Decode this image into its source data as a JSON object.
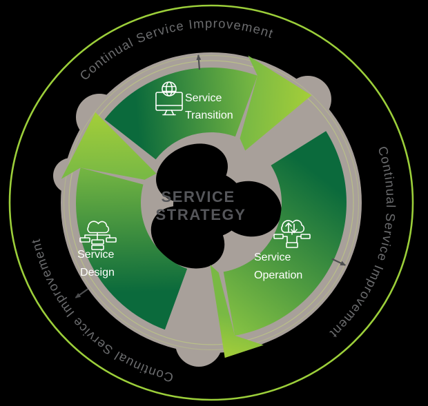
{
  "diagram": {
    "center_label": {
      "line1": "SERVICE",
      "line2": "STRATEGY"
    },
    "phases": [
      {
        "name": "Service Transition",
        "line1": "Service",
        "line2": "Transition",
        "icon": "monitor-globe-icon"
      },
      {
        "name": "Service Operation",
        "line1": "Service",
        "line2": "Operation",
        "icon": "cloud-transfer-servers-icon"
      },
      {
        "name": "Service Design",
        "line1": "Service",
        "line2": "Design",
        "icon": "cloud-network-servers-icon"
      }
    ],
    "ring_label_top": "Continual Service Improvement",
    "ring_label_right": "Continual Service Improvement",
    "ring_label_bottom_left": "Continual Service Improvement",
    "colors": {
      "background": "#000000",
      "outer_ring_green": "#9ccf3a",
      "ring_gray": "#a8a09a",
      "band_dark_green": "#0b6a3c",
      "band_light_green": "#83c043",
      "head_green_start": "#79b944",
      "head_green_tip": "#a4ce39",
      "deco_line_green": "#c6d87b",
      "center_text_gray": "#55565a",
      "curved_text_gray": "#6b6c6e",
      "direction_arrow_gray": "#4d4e50",
      "label_white": "#ffffff"
    }
  }
}
